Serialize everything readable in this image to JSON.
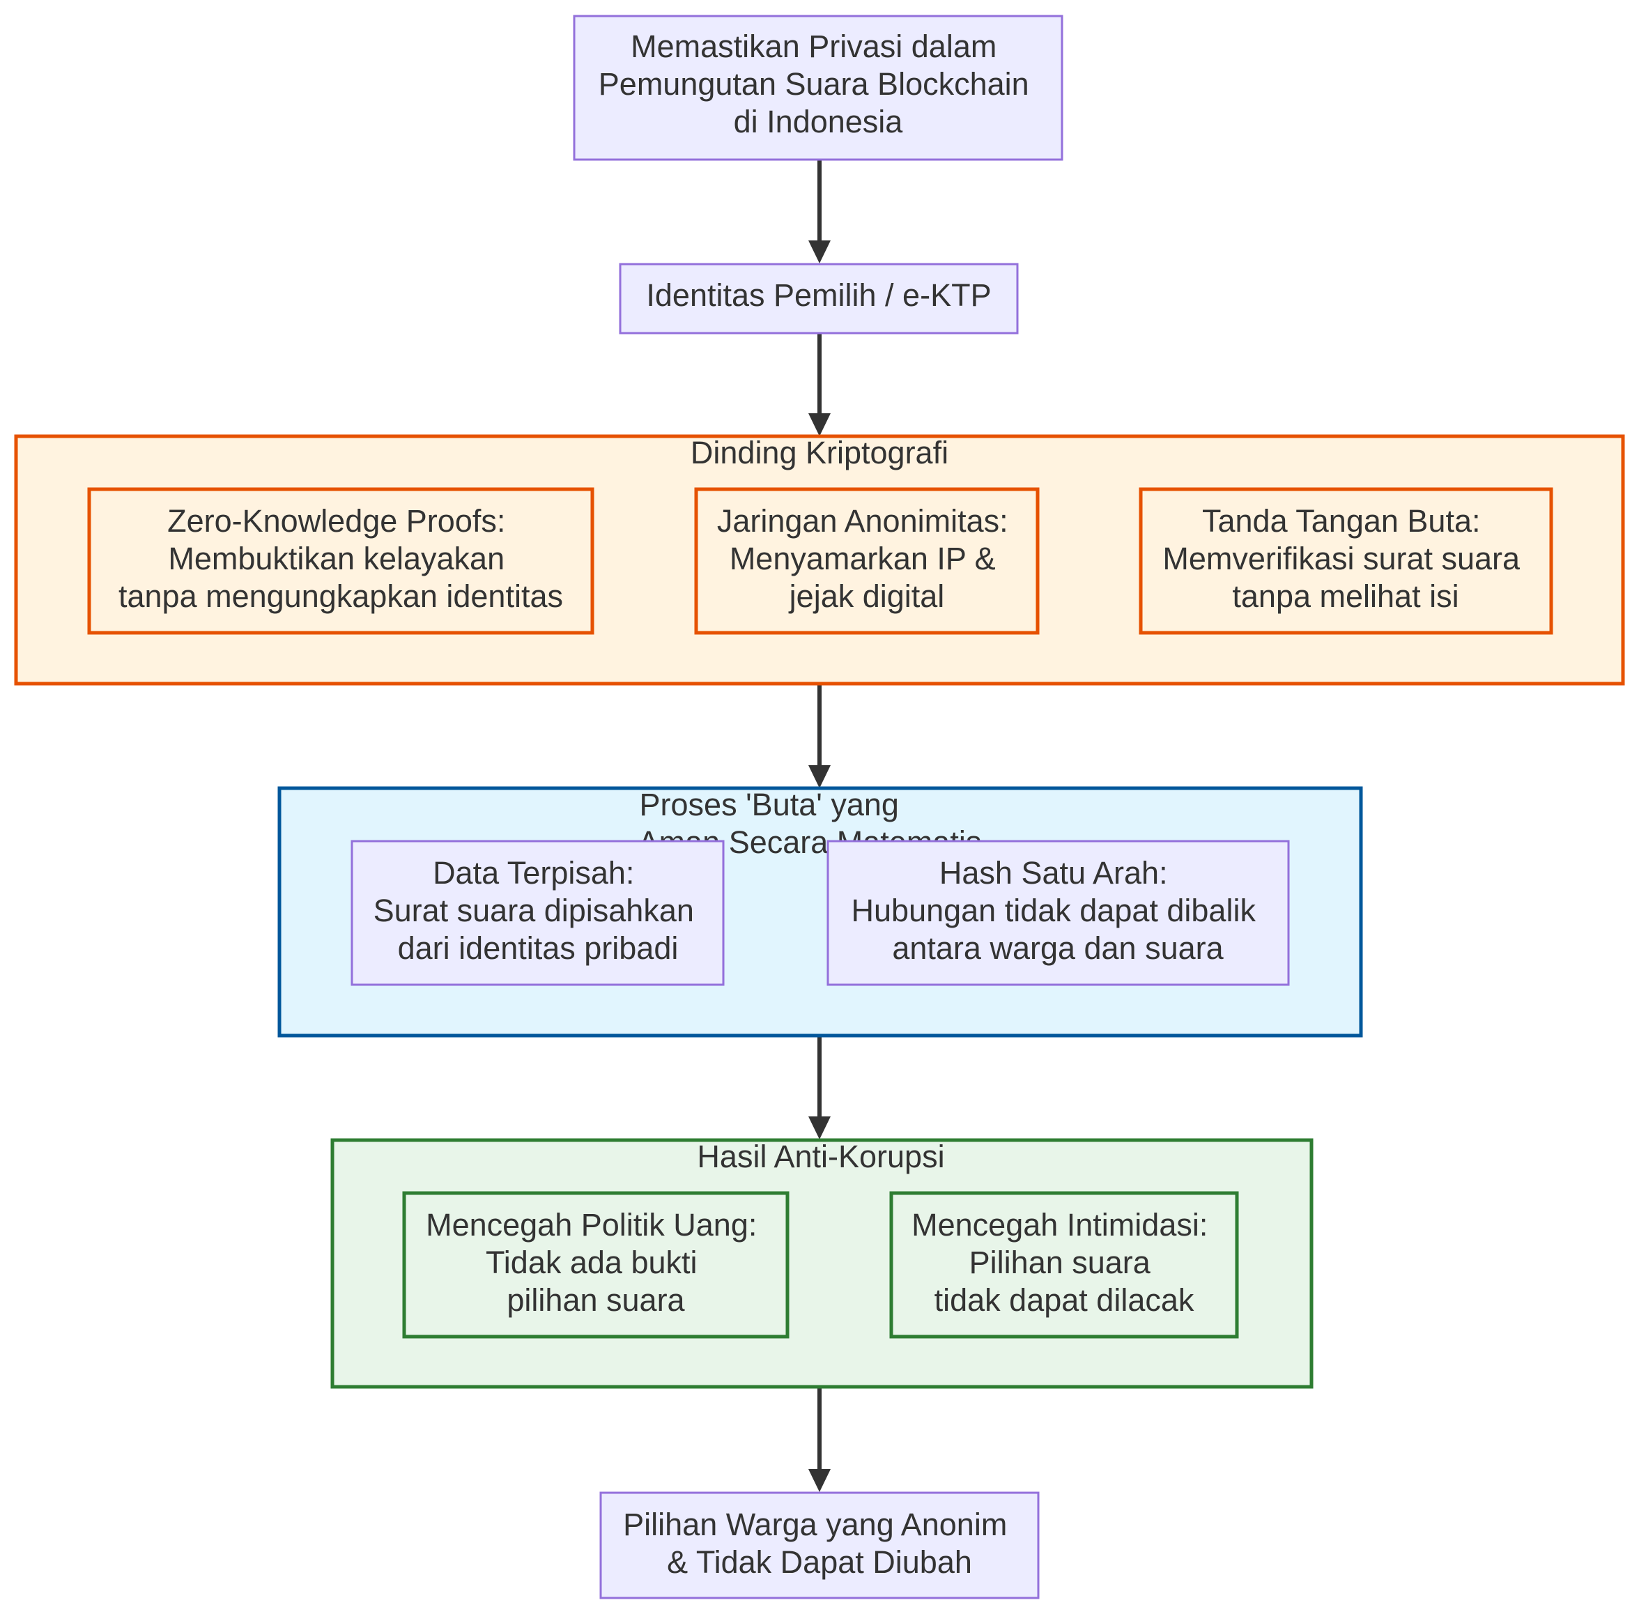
{
  "diagram": {
    "nodes": {
      "title": [
        "Memastikan Privasi dalam",
        "Pemungutan Suara Blockchain",
        "di Indonesia"
      ],
      "identity": [
        "Identitas Pemilih / e-KTP"
      ],
      "zkp": [
        "Zero-Knowledge Proofs:",
        "Membuktikan kelayakan",
        "tanpa mengungkapkan identitas"
      ],
      "anon_network": [
        "Jaringan Anonimitas:",
        "Menyamarkan IP &",
        "jejak digital"
      ],
      "blind_signature": [
        "Tanda Tangan Buta:",
        "Memverifikasi surat suara",
        "tanpa melihat isi"
      ],
      "separated_data": [
        "Data Terpisah:",
        "Surat suara dipisahkan",
        "dari identitas pribadi"
      ],
      "one_way_hash": [
        "Hash Satu Arah:",
        "Hubungan tidak dapat dibalik",
        "antara warga dan suara"
      ],
      "prevent_money_politics": [
        "Mencegah Politik Uang:",
        "Tidak ada bukti",
        "pilihan suara"
      ],
      "prevent_intimidation": [
        "Mencegah Intimidasi:",
        "Pilihan suara",
        "tidak dapat dilacak"
      ],
      "final": [
        "Pilihan Warga yang Anonim",
        "& Tidak Dapat Diubah"
      ]
    },
    "groups": {
      "crypto_wall": {
        "title": [
          "Dinding Kriptografi"
        ]
      },
      "blind_process": {
        "title": [
          "Proses 'Buta' yang",
          "Aman Secara Matematis"
        ]
      },
      "anti_corruption": {
        "title": [
          "Hasil Anti-Korupsi"
        ]
      }
    },
    "edges": [
      {
        "from": "title",
        "to": "identity"
      },
      {
        "from": "identity",
        "to": "crypto_wall"
      },
      {
        "from": "crypto_wall",
        "to": "blind_process"
      },
      {
        "from": "blind_process",
        "to": "anti_corruption"
      },
      {
        "from": "anti_corruption",
        "to": "final"
      }
    ],
    "colors": {
      "default_fill": "#ECECFF",
      "default_stroke": "#9370DB",
      "crypto_fill": "#FFF3E0",
      "crypto_stroke": "#E65100",
      "blind_fill": "#E1F5FE",
      "blind_stroke": "#01579B",
      "anti_fill": "#E8F5E9",
      "anti_stroke": "#2E7D32",
      "edge": "#333333",
      "text": "#333333"
    }
  }
}
